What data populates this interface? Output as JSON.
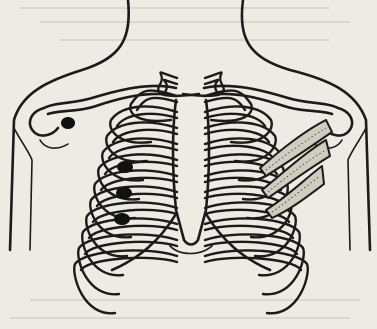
{
  "figure": {
    "subject": "thorax-anterior-view",
    "ink_color": "#1c1b19",
    "paper_color": "#ecebe4",
    "shaded_region_color": "#cfccc0",
    "marker_color": "#111111",
    "markers_count": 4,
    "shaded_muscle_slips": 3
  }
}
